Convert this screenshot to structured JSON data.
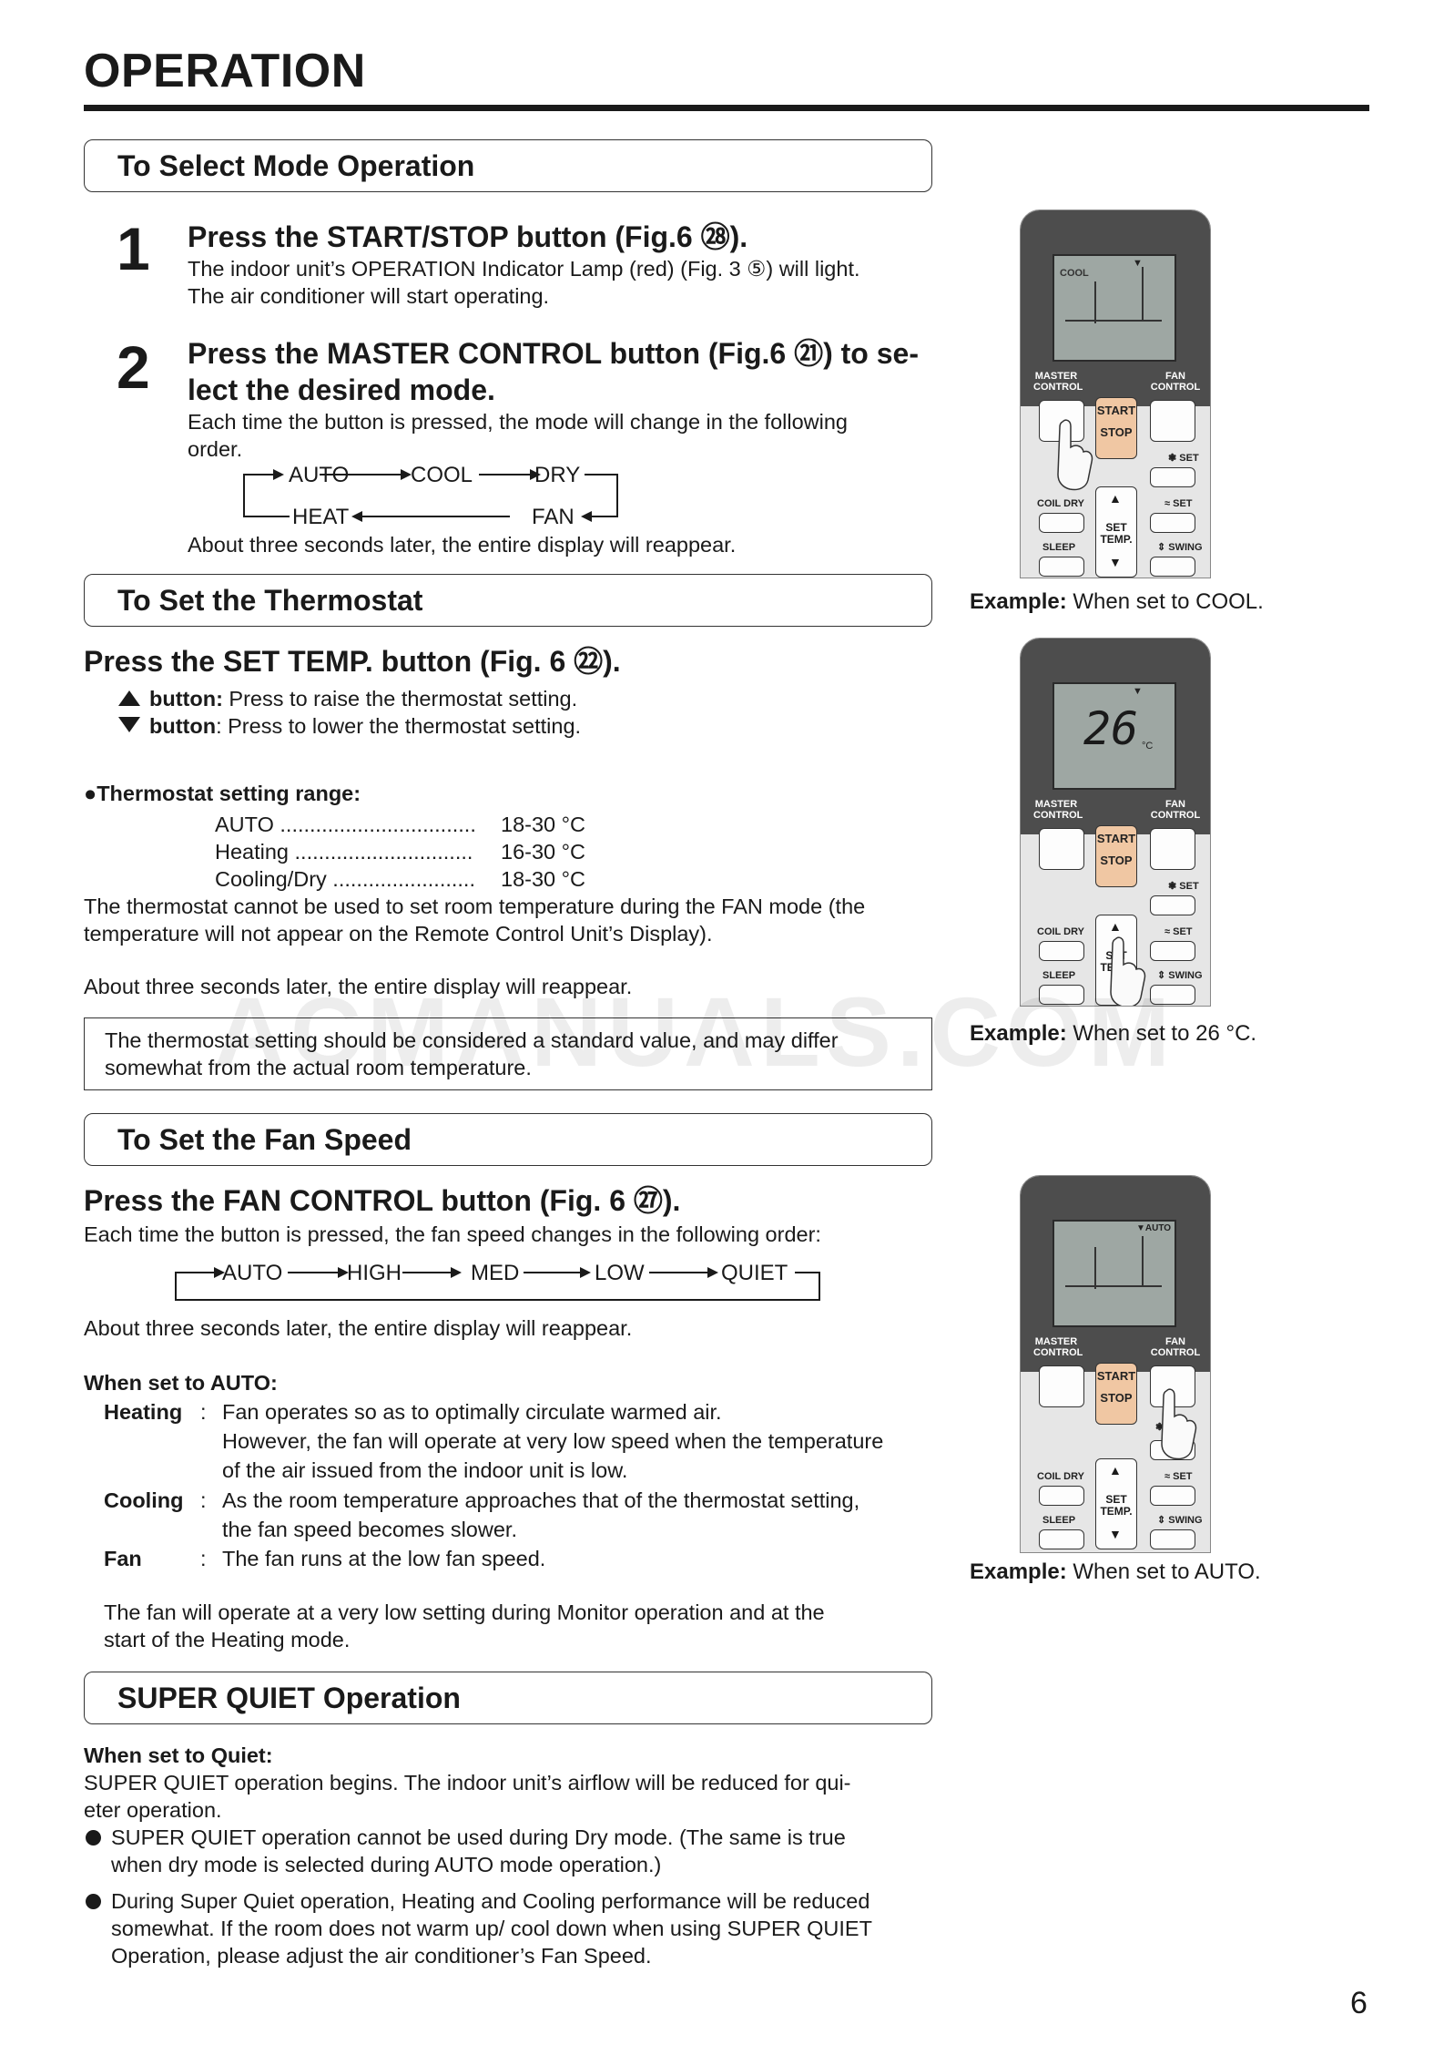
{
  "page_title": "OPERATION",
  "sections": {
    "mode": "To Select Mode Operation",
    "thermostat": "To Set the Thermostat",
    "fan": "To Set the Fan Speed",
    "quiet": "SUPER QUIET Operation"
  },
  "steps": [
    {
      "number": "1",
      "heading": "Press the START/STOP button (Fig.6 ㉘).",
      "lines": [
        "The indoor unit’s OPERATION Indicator Lamp (red) (Fig. 3 ⑤) will light.",
        "The air conditioner will start operating."
      ]
    },
    {
      "number": "2",
      "heading_1": "Press the MASTER CONTROL button (Fig.6 ㉑) to se-",
      "heading_2": "lect the desired mode.",
      "lines": [
        "Each time the button is pressed, the mode will change in the following",
        "order."
      ]
    }
  ],
  "mode_flow": {
    "top": [
      "AUTO",
      "COOL",
      "DRY"
    ],
    "bottom": [
      "HEAT",
      "FAN"
    ]
  },
  "mode_after": "About three seconds later, the entire display will reappear.",
  "thermostat": {
    "heading": "Press the SET TEMP. button (Fig. 6 ㉒).",
    "up_label": "button:",
    "up_text": " Press to raise the thermostat setting.",
    "down_label": "button",
    "down_text": ": Press to lower the thermostat setting.",
    "range_title": "●Thermostat setting range:",
    "ranges": [
      {
        "mode": "AUTO .................................",
        "value": "18-30 °C"
      },
      {
        "mode": "Heating ..............................",
        "value": "16-30 °C"
      },
      {
        "mode": "Cooling/Dry ........................",
        "value": "18-30 °C"
      }
    ],
    "note_lines": [
      "The thermostat cannot be used to set room temperature during the FAN mode (the",
      "temperature will not appear on the Remote Control Unit’s Display)."
    ],
    "after": "About three seconds later, the entire display will reappear.",
    "box_lines": [
      "The thermostat setting should be considered a standard value, and may differ",
      "somewhat from the actual room temperature."
    ]
  },
  "fan": {
    "heading": "Press the FAN CONTROL button (Fig. 6 ㉗).",
    "intro": "Each time the button is pressed, the fan speed changes in the following order:",
    "flow": [
      "AUTO",
      "HIGH",
      "MED",
      "LOW",
      "QUIET"
    ],
    "after": "About three seconds later, the entire display will reappear.",
    "auto_title": "When set to AUTO:",
    "defs": [
      {
        "term": "Heating",
        "sep": ":",
        "lines": [
          "Fan operates so as to optimally circulate warmed air.",
          "However, the fan will operate at very low speed when the temperature",
          "of the air issued from the indoor unit is low."
        ]
      },
      {
        "term": "Cooling",
        "sep": ":",
        "lines": [
          "As the room temperature approaches that of the thermostat setting,",
          "the fan speed becomes slower."
        ]
      },
      {
        "term": "Fan",
        "sep": ":",
        "lines": [
          "The fan runs at the low fan speed."
        ]
      }
    ],
    "monitor_lines": [
      "The fan will operate at a very low setting during Monitor operation and at the",
      "start of the Heating mode."
    ]
  },
  "quiet": {
    "title": "When set to Quiet:",
    "intro_lines": [
      "SUPER QUIET operation begins. The indoor unit’s airflow will be reduced for qui-",
      "eter operation."
    ],
    "bullets": [
      [
        "SUPER QUIET operation cannot be used during Dry mode. (The same is true",
        "when dry mode is selected during AUTO mode operation.)"
      ],
      [
        "During Super Quiet operation, Heating and Cooling performance will be reduced",
        "somewhat. If the room does not warm up/ cool down when using SUPER QUIET",
        "Operation, please adjust the air conditioner’s Fan Speed."
      ]
    ]
  },
  "remote": {
    "master": [
      "MASTER",
      "CONTROL"
    ],
    "fan": [
      "FAN",
      "CONTROL"
    ],
    "start": "START",
    "stop": "STOP",
    "set": "SET",
    "coil_dry": "COIL DRY",
    "sleep": "SLEEP",
    "swing": "SWING",
    "set_temp": [
      "SET",
      "TEMP."
    ]
  },
  "displays": {
    "cool": "COOL",
    "temp": "26",
    "unit": "°C",
    "auto": "AUTO"
  },
  "captions": [
    {
      "bold": "Example:",
      "text": " When set to COOL."
    },
    {
      "bold": "Example:",
      "text": " When set to 26 °C."
    },
    {
      "bold": "Example:",
      "text": " When set to AUTO."
    }
  ],
  "watermark": "ACMANUALS.COM",
  "page_number": "6"
}
